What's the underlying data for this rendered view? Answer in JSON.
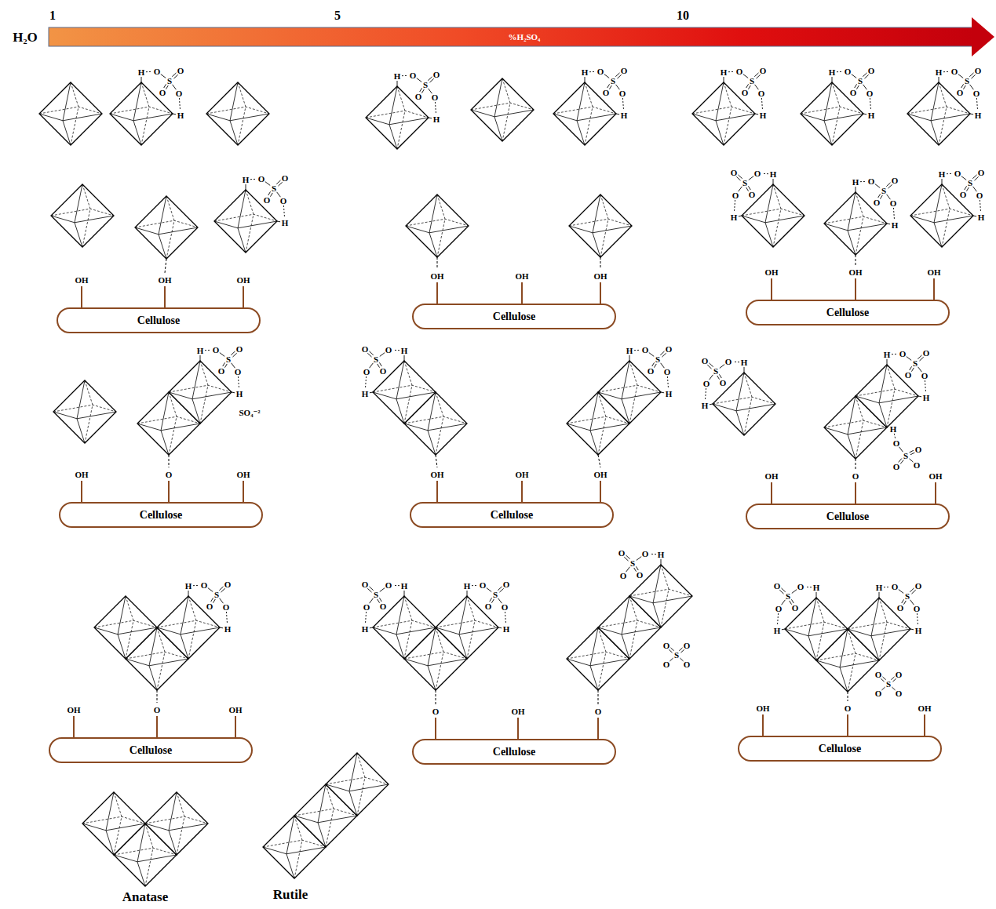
{
  "diagram": {
    "nodes": [
      {
        "text": [
          "Cellulose"
        ]
      },
      {
        "text": [
          "Cellulose"
        ]
      },
      {
        "text": [
          "Cellulose"
        ]
      },
      {
        "text": [
          "Cellulose"
        ]
      },
      {
        "text": [
          "Cellulose"
        ]
      },
      {
        "text": [
          "Cellulose"
        ]
      },
      {
        "text": [
          "Cellulose"
        ]
      },
      {
        "text": [
          "Cellulose"
        ]
      },
      {
        "text": [
          "Cellulose"
        ]
      }
    ],
    "labels": [
      "H₂O",
      "1",
      "5",
      "10",
      "%H₂SO₄",
      "H",
      "O",
      "S",
      "O",
      "O",
      "O",
      "H",
      "H",
      "O",
      "S",
      "O",
      "O",
      "O",
      "H",
      "H",
      "O",
      "S",
      "O",
      "O",
      "O",
      "H",
      "H",
      "O",
      "S",
      "O",
      "O",
      "O",
      "H",
      "H",
      "O",
      "S",
      "O",
      "O",
      "O",
      "H",
      "H",
      "O",
      "S",
      "O",
      "O",
      "O",
      "H",
      "H",
      "O",
      "S",
      "O",
      "O",
      "O",
      "H",
      "H",
      "O",
      "S",
      "O",
      "O",
      "O",
      "H",
      "H",
      "O",
      "S",
      "O",
      "O",
      "O",
      "H",
      "H",
      "O",
      "S",
      "O",
      "O",
      "O",
      "H",
      "OH",
      "OH",
      "OH",
      "OH",
      "OH",
      "OH",
      "OH",
      "OH",
      "OH",
      "H",
      "O",
      "S",
      "O",
      "O",
      "O",
      "H",
      "SO₄⁻²",
      "H",
      "O",
      "S",
      "O",
      "O",
      "O",
      "H",
      "H",
      "O",
      "S",
      "O",
      "O",
      "O",
      "H",
      "H",
      "O",
      "S",
      "O",
      "O",
      "O",
      "H",
      "H",
      "O",
      "S",
      "O",
      "O",
      "O",
      "H",
      "H",
      "O",
      "S",
      "O",
      "O",
      "O",
      "OH",
      "O",
      "OH",
      "OH",
      "OH",
      "OH",
      "OH",
      "O",
      "OH",
      "H",
      "O",
      "S",
      "O",
      "O",
      "O",
      "H",
      "H",
      "O",
      "S",
      "O",
      "O",
      "O",
      "H",
      "H",
      "O",
      "S",
      "O",
      "O",
      "O",
      "H",
      "H",
      "O",
      "S",
      "O",
      "O",
      "O",
      "S",
      "O",
      "O",
      "O",
      "O",
      "H",
      "O",
      "S",
      "O",
      "O",
      "O",
      "H",
      "H",
      "O",
      "S",
      "O",
      "O",
      "O",
      "H",
      "S",
      "O",
      "O",
      "O",
      "O",
      "OH",
      "O",
      "OH",
      "O",
      "OH",
      "O",
      "OH",
      "O",
      "OH",
      "Anatase",
      "Rutile"
    ]
  }
}
